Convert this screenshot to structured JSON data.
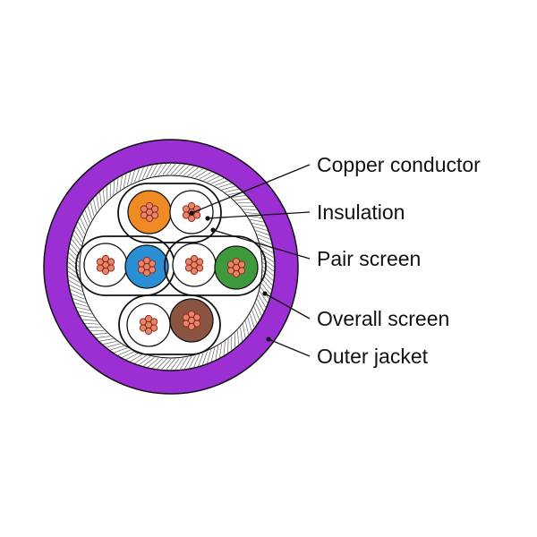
{
  "colors": {
    "jacket": "#9b2fd3",
    "shield_fill": "#ffffff",
    "outline": "#111111",
    "copper_fill": "#e8846a",
    "copper_stroke": "#8a2e1c",
    "insulation_white": "#ffffff",
    "insulation_orange": "#f08a24",
    "insulation_blue": "#2b8fd6",
    "insulation_green": "#3f9a3d",
    "insulation_brown": "#8a5440"
  },
  "pairs": [
    {
      "id": "orange",
      "a_color": "insulation_orange",
      "b_color": "insulation_white"
    },
    {
      "id": "blue",
      "a_color": "insulation_white",
      "b_color": "insulation_blue"
    },
    {
      "id": "green",
      "a_color": "insulation_white",
      "b_color": "insulation_green"
    },
    {
      "id": "brown",
      "a_color": "insulation_white",
      "b_color": "insulation_brown"
    }
  ],
  "callouts": [
    {
      "id": "copper-conductor",
      "label": "Copper conductor"
    },
    {
      "id": "insulation",
      "label": "Insulation"
    },
    {
      "id": "pair-screen",
      "label": "Pair screen"
    },
    {
      "id": "overall-screen",
      "label": "Overall screen"
    },
    {
      "id": "outer-jacket",
      "label": "Outer jacket"
    }
  ]
}
